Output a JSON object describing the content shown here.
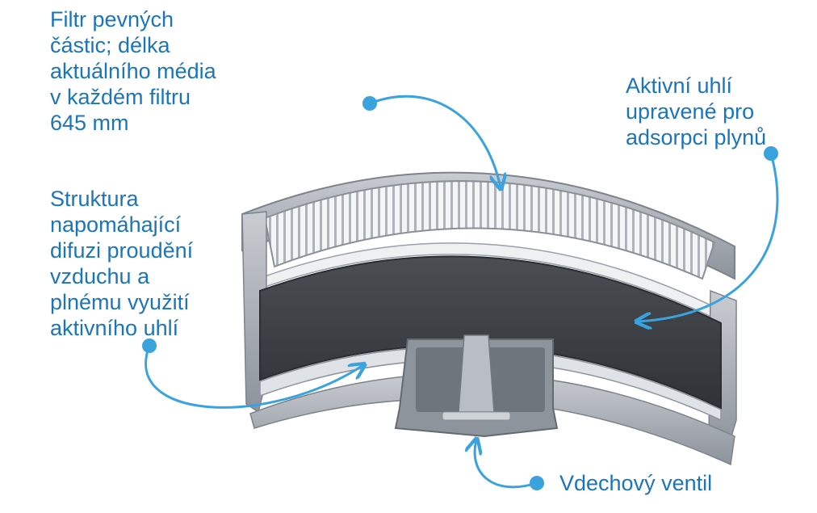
{
  "callouts": {
    "particle_filter": "Filtr pevných\nčástic; délka\naktuálního média\nv každém filtru\n645 mm",
    "activated_carbon": "Aktivní uhlí\nupravené pro\nadsorpci plynů",
    "diffusion_structure": "Struktura\nnapomáhající\ndifuzi proudění\nvzduchu a\nplnému využití\naktivního uhlí",
    "exhalation_valve": "Vdechový ventil"
  },
  "colors": {
    "callout": "#1b75bb",
    "leader": "#3aa3de",
    "housing": "#9aa1aa",
    "carbon": "#3f4347",
    "pleat": "#f2f3f5"
  }
}
